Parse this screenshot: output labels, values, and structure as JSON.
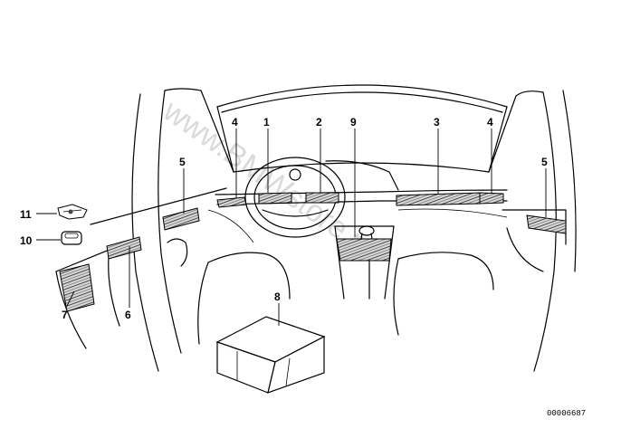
{
  "watermark": "www.BMWstore.pl",
  "drawing_number": "00006687",
  "callouts": [
    {
      "id": "1",
      "text": "1"
    },
    {
      "id": "2",
      "text": "2"
    },
    {
      "id": "3",
      "text": "3"
    },
    {
      "id": "4a",
      "text": "4"
    },
    {
      "id": "4b",
      "text": "4"
    },
    {
      "id": "5a",
      "text": "5"
    },
    {
      "id": "5b",
      "text": "5"
    },
    {
      "id": "6",
      "text": "6"
    },
    {
      "id": "7",
      "text": "7"
    },
    {
      "id": "8",
      "text": "8"
    },
    {
      "id": "9",
      "text": "9"
    },
    {
      "id": "10",
      "text": "10"
    },
    {
      "id": "11",
      "text": "11"
    }
  ]
}
